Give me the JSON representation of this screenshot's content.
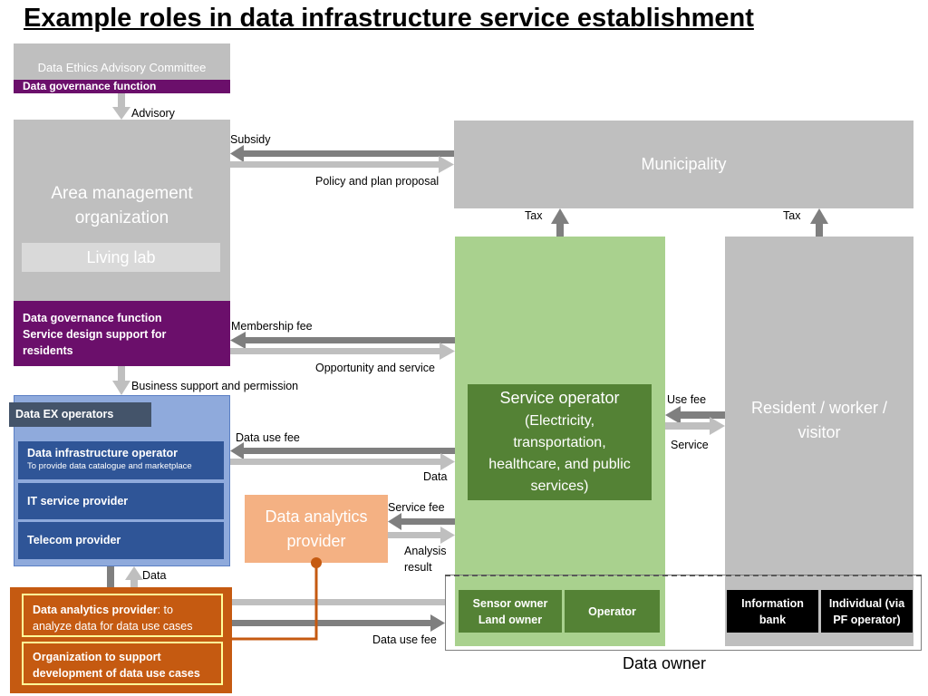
{
  "title": "Example roles in data infrastructure service establishment",
  "ethics": {
    "name": "Data Ethics Advisory Committee",
    "function": "Data governance function"
  },
  "labels": {
    "advisory": "Advisory",
    "subsidy": "Subsidy",
    "policy": "Policy and plan proposal",
    "tax_left": "Tax",
    "tax_right": "Tax",
    "membership_fee": "Membership fee",
    "opportunity": "Opportunity and service",
    "business_support": "Business support and permission",
    "use_fee": "Use fee",
    "service": "Service",
    "data_use_fee_top": "Data use fee",
    "data_right": "Data",
    "service_fee": "Service fee",
    "analysis_result_1": "Analysis",
    "analysis_result_2": "result",
    "data_small": "Data",
    "data_use_fee_bottom": "Data use fee",
    "data_owner": "Data owner"
  },
  "area_mgmt": {
    "name_1": "Area management",
    "name_2": "organization",
    "living_lab": "Living lab",
    "func_1": "Data governance function",
    "func_2": "Service design support for",
    "func_3": "residents"
  },
  "municipality": "Municipality",
  "service_operator": {
    "name": "Service operator",
    "desc_1": "(Electricity,",
    "desc_2": "transportation,",
    "desc_3": "healthcare, and public",
    "desc_4": "services)"
  },
  "resident": {
    "line_1": "Resident / worker /",
    "line_2": "visitor"
  },
  "data_ex": {
    "header": "Data EX operators",
    "infra_name": "Data infrastructure operator",
    "infra_desc": "To provide data catalogue and marketplace",
    "it_service": "IT service provider",
    "telecom": "Telecom provider"
  },
  "analytics_provider": {
    "line_1": "Data analytics",
    "line_2": "provider"
  },
  "bottom_left": {
    "analytics_bold": "Data analytics provider",
    "analytics_rest_1": ": to",
    "analytics_rest_2": "analyze data for data use cases",
    "org_1": "Organization to support",
    "org_2": "development of data use cases"
  },
  "data_owner_boxes": {
    "sensor_1": "Sensor owner",
    "sensor_2": "Land owner",
    "operator": "Operator",
    "info_1": "Information",
    "info_2": "bank",
    "individual_1": "Individual (via",
    "individual_2": "PF operator)"
  },
  "colors": {
    "gray_box": "#bfbfbf",
    "purple": "#6b0f6b",
    "green_light": "#a9d18e",
    "green_dark": "#548235",
    "blue_light": "#8faadc",
    "blue_dark": "#2f5597",
    "navy_header": "#44546a",
    "orange_light": "#f4b183",
    "orange_dark": "#c55a11",
    "arrow_dark": "#7f7f7f",
    "arrow_light": "#bfbfbf"
  }
}
